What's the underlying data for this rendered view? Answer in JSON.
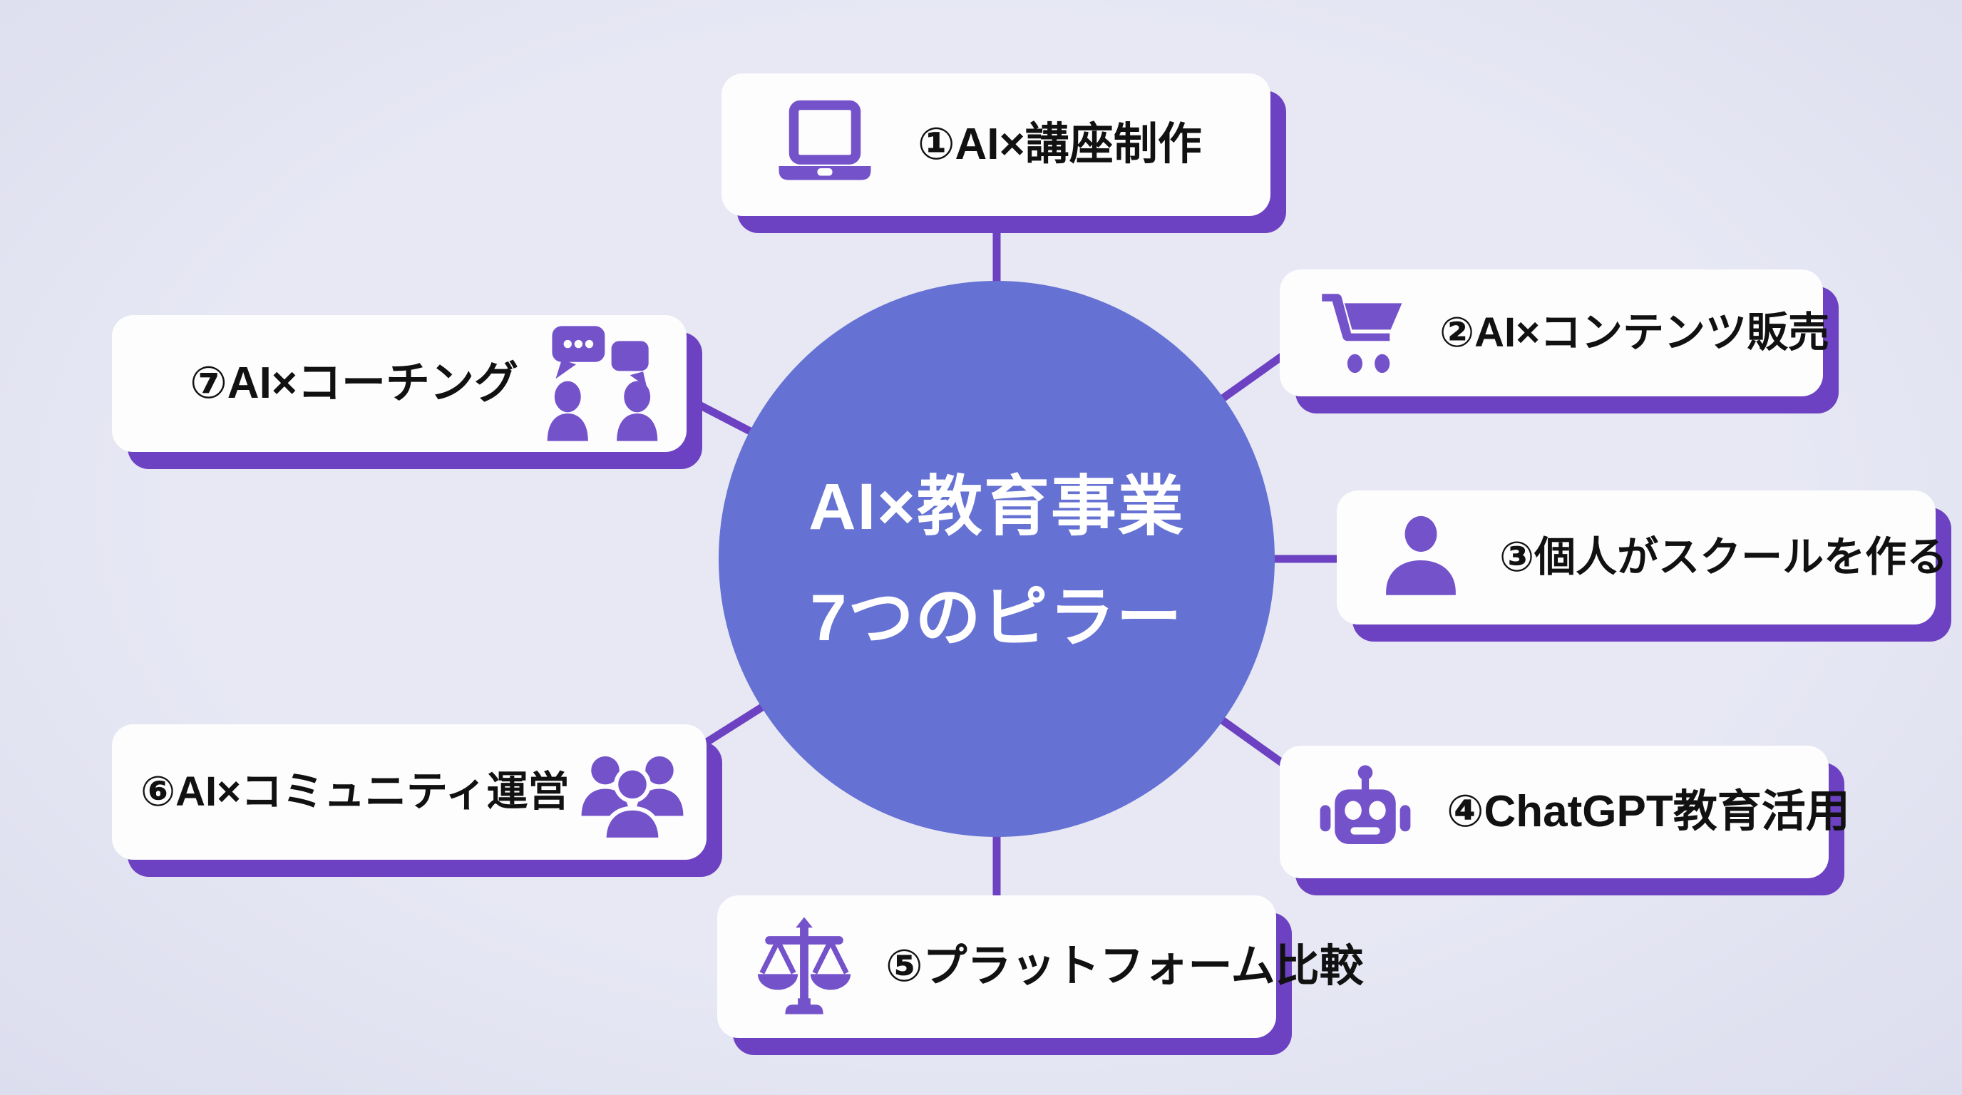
{
  "center": {
    "line1": "AI×教育事業",
    "line2": "7つのピラー"
  },
  "pillars": [
    {
      "label": "①AI×講座制作",
      "icon": "laptop-icon"
    },
    {
      "label": "②AI×コンテンツ販売",
      "icon": "cart-icon"
    },
    {
      "label": "③個人がスクールを作る",
      "icon": "person-icon"
    },
    {
      "label": "④ChatGPT教育活用",
      "icon": "robot-icon"
    },
    {
      "label": "⑤プラットフォーム比較",
      "icon": "scales-icon"
    },
    {
      "label": "⑥AI×コミュニティ運営",
      "icon": "group-icon"
    },
    {
      "label": "⑦AI×コーチング",
      "icon": "chat-people-icon"
    }
  ],
  "colors": {
    "background": "#e7e8f4",
    "background_edge": "#dcddee",
    "circle": "#6571d3",
    "accent": "#6c42c2",
    "icon": "#7452ca",
    "box_bg": "#fdfdfe",
    "box_text": "#111111",
    "circle_text": "#ffffff"
  }
}
